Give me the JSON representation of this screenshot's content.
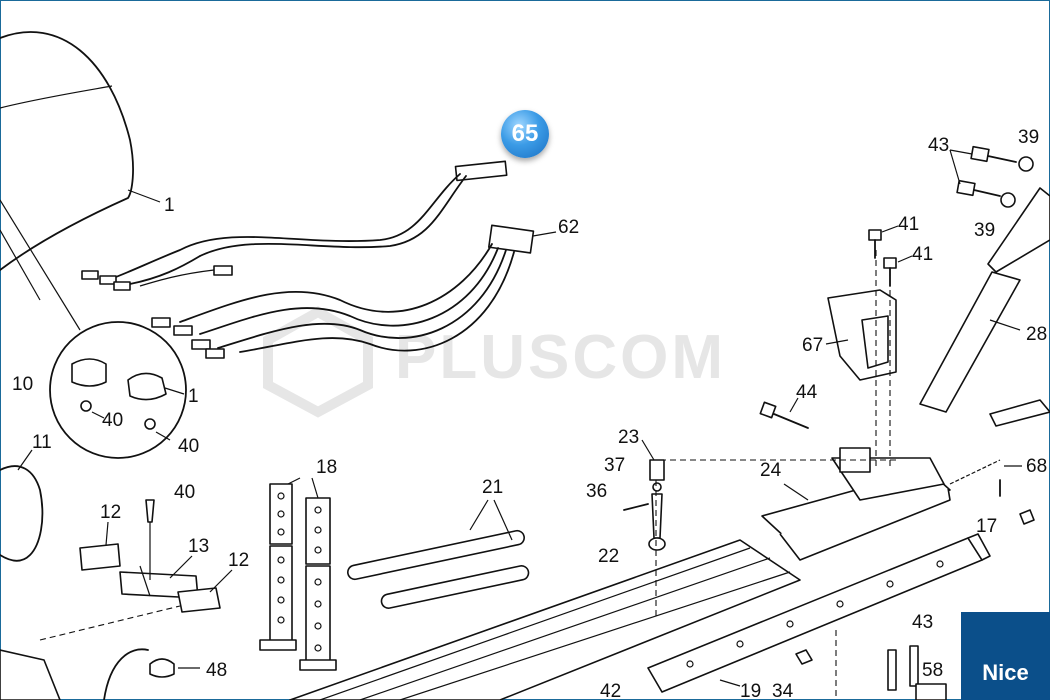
{
  "watermark": "PLUSCOM",
  "highlight": {
    "label": "65",
    "color": "#2f8fe0"
  },
  "brand": {
    "logo_text": "Nice",
    "color": "#0b4f8a"
  },
  "callouts": {
    "c1a": "1",
    "c1b": "1",
    "c10": "10",
    "c11": "11",
    "c12a": "12",
    "c12b": "12",
    "c13": "13",
    "c17": "17",
    "c18": "18",
    "c19": "19",
    "c21": "21",
    "c22": "22",
    "c23": "23",
    "c24": "24",
    "c28": "28",
    "c34": "34",
    "c36": "36",
    "c37": "37",
    "c39a": "39",
    "c39b": "39",
    "c40a": "40",
    "c40b": "40",
    "c40c": "40",
    "c41a": "41",
    "c41b": "41",
    "c42": "42",
    "c43a": "43",
    "c43b": "43",
    "c44": "44",
    "c48": "48",
    "c58": "58",
    "c62": "62",
    "c67": "67",
    "c68": "68"
  }
}
